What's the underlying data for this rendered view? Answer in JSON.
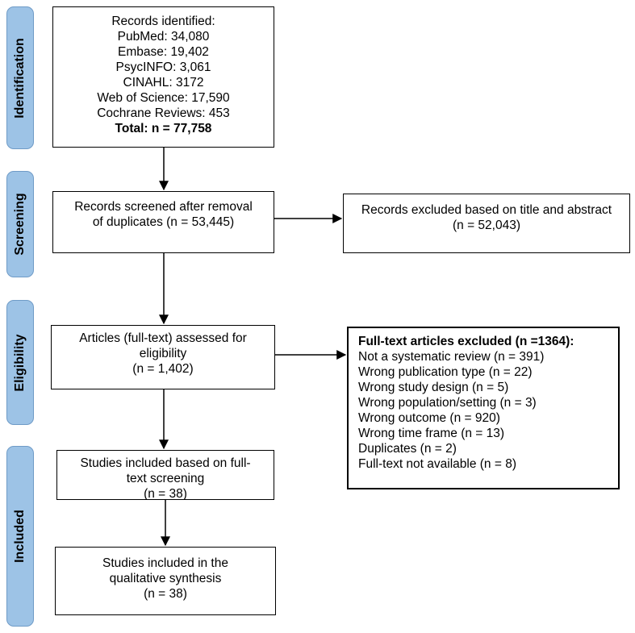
{
  "phases": {
    "identification": "Identification",
    "screening": "Screening",
    "eligibility": "Eligibility",
    "included": "Included"
  },
  "identification_box": {
    "heading": "Records identified:",
    "sources": [
      "PubMed: 34,080",
      "Embase: 19,402",
      "PsycINFO: 3,061",
      "CINAHL: 3172",
      "Web of Science: 17,590",
      "Cochrane Reviews: 453"
    ],
    "total": "Total: n = 77,758"
  },
  "screened_box": {
    "line1": "Records screened after removal",
    "line2": "of duplicates (n = 53,445)"
  },
  "excluded_title_box": {
    "line1": "Records excluded based on title and abstract",
    "line2": "(n = 52,043)"
  },
  "eligibility_box": {
    "line1": "Articles (full-text) assessed for",
    "line2": "eligibility",
    "line3": "(n = 1,402)"
  },
  "fulltext_excluded_box": {
    "heading": "Full-text articles excluded (n =1364):",
    "reasons": [
      "Not a systematic review (n = 391)",
      "Wrong publication type (n = 22)",
      "Wrong study design (n = 5)",
      "Wrong population/setting (n = 3)",
      "Wrong outcome (n = 920)",
      "Wrong time frame (n = 13)",
      "Duplicates (n = 2)",
      "Full-text not available (n = 8)"
    ]
  },
  "included_fulltext_box": {
    "line1": "Studies included based on full-",
    "line2": "text screening",
    "line3": "(n = 38)"
  },
  "qualitative_box": {
    "line1": "Studies included in the",
    "line2": "qualitative synthesis",
    "line3": "(n = 38)"
  }
}
